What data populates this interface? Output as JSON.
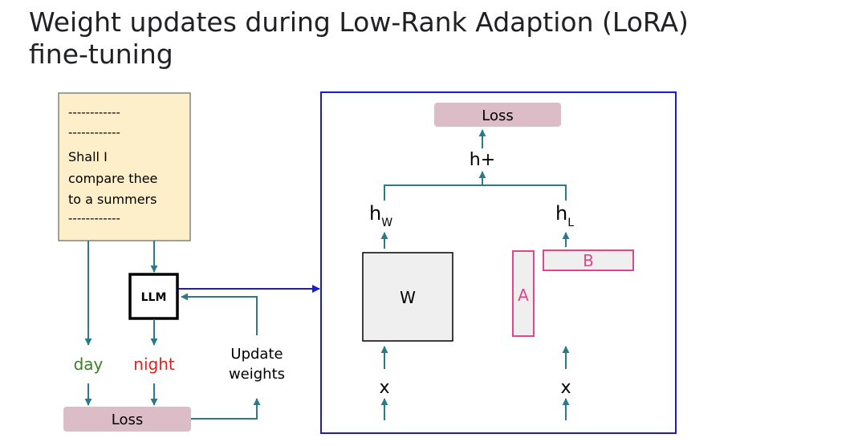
{
  "title": {
    "line1": "Weight updates during Low-Rank Adaption (LoRA)",
    "line2": "fine-tuning"
  },
  "prompt_card": {
    "dashes": "------------",
    "lines": [
      "Shall I",
      "compare thee",
      "to a summers"
    ]
  },
  "llm": {
    "label": "LLM"
  },
  "outputs": {
    "expected": "day",
    "predicted": "night",
    "update_line1": "Update",
    "update_line2": "weights"
  },
  "bottom_loss": {
    "label": "Loss"
  },
  "lora_panel": {
    "loss_label": "Loss",
    "sum_label": "h+",
    "hw_base": "h",
    "hw_sub": "W",
    "hl_base": "h",
    "hl_sub": "L",
    "w_label": "W",
    "a_label": "A",
    "b_label": "B",
    "x_left": "x",
    "x_right": "x"
  },
  "colors": {
    "arrow": "#2b7a8c",
    "panel_border": "#1a1adb",
    "loss_fill": "#dbbcc7",
    "card_fill": "#fdefc9",
    "lora_pink": "#e0468a",
    "expected_text": "#3a7d2a",
    "predicted_text": "#e02020",
    "matrix_fill": "#efefef"
  }
}
